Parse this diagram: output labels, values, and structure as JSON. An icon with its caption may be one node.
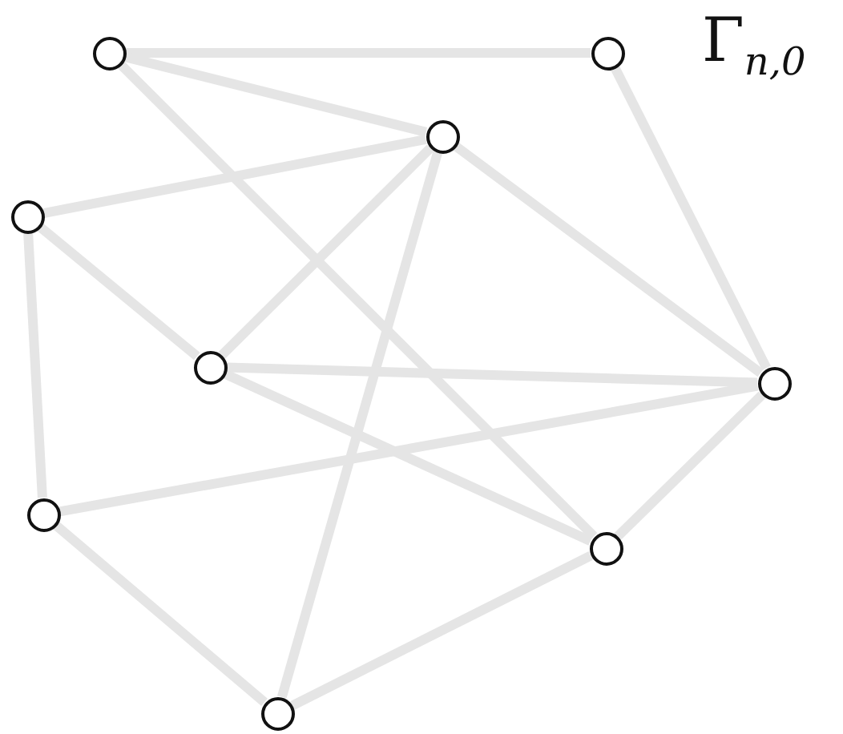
{
  "diagram": {
    "title": "Γ$_{n,0}$",
    "nodes": [
      {
        "text": [],
        "shape": "circle"
      },
      {
        "text": [],
        "shape": "circle"
      },
      {
        "text": [],
        "shape": "circle"
      },
      {
        "text": [],
        "shape": "circle"
      },
      {
        "text": [],
        "shape": "circle"
      },
      {
        "text": [],
        "shape": "circle"
      },
      {
        "text": [],
        "shape": "circle"
      },
      {
        "text": [],
        "shape": "circle"
      },
      {
        "text": [],
        "shape": "circle"
      }
    ],
    "edges": [
      {
        "from": 0,
        "to": 1,
        "arrow": "none"
      },
      {
        "from": 0,
        "to": 2,
        "arrow": "none"
      },
      {
        "from": 0,
        "to": 7,
        "arrow": "none"
      },
      {
        "from": 1,
        "to": 5,
        "arrow": "none"
      },
      {
        "from": 2,
        "to": 3,
        "arrow": "none"
      },
      {
        "from": 2,
        "to": 4,
        "arrow": "none"
      },
      {
        "from": 2,
        "to": 8,
        "arrow": "none"
      },
      {
        "from": 2,
        "to": 5,
        "arrow": "none"
      },
      {
        "from": 3,
        "to": 4,
        "arrow": "none"
      },
      {
        "from": 3,
        "to": 6,
        "arrow": "none"
      },
      {
        "from": 4,
        "to": 5,
        "arrow": "none"
      },
      {
        "from": 4,
        "to": 7,
        "arrow": "none"
      },
      {
        "from": 6,
        "to": 5,
        "arrow": "none"
      },
      {
        "from": 6,
        "to": 8,
        "arrow": "none"
      },
      {
        "from": 7,
        "to": 5,
        "arrow": "none"
      },
      {
        "from": 7,
        "to": 8,
        "arrow": "none"
      }
    ]
  }
}
